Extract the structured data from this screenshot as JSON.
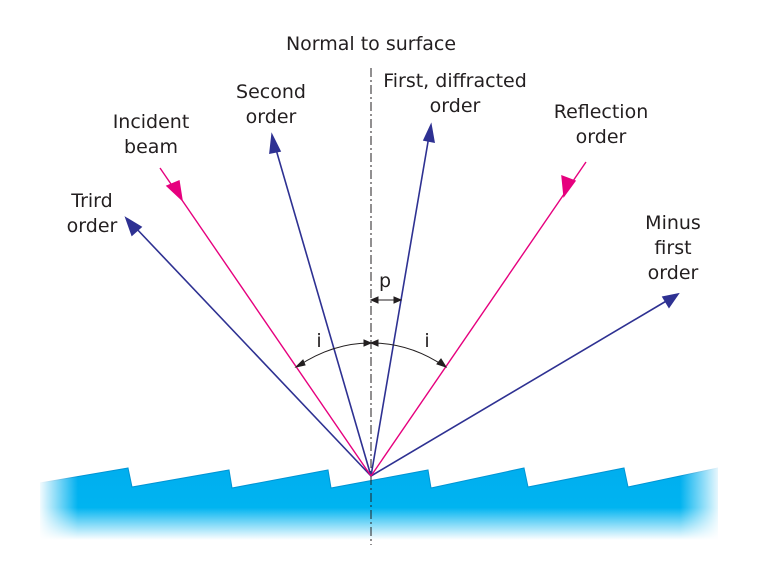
{
  "labels": {
    "normal": "Normal to surface",
    "second_line1": "Second",
    "second_line2": "order",
    "first_line1": "First, diffracted",
    "first_line2": "order",
    "incident_line1": "Incident",
    "incident_line2": "beam",
    "reflection_line1": "Reflection",
    "reflection_line2": "order",
    "third_line1": "Trird",
    "third_line2": "order",
    "minus_line1": "Minus",
    "minus_line2": "first",
    "minus_line3": "order",
    "angle_i_left": "i",
    "angle_i_right": "i",
    "angle_p": "p"
  },
  "colors": {
    "diffracted": "#2e3192",
    "beam": "#e6007e",
    "grating": "#00aeef",
    "grating_light": "#bfe9fb",
    "text": "#231f20"
  }
}
